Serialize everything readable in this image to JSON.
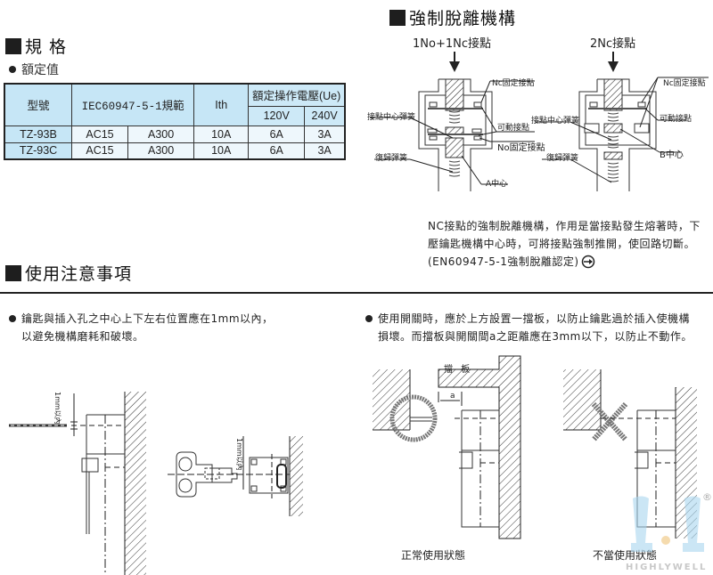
{
  "spec_section": {
    "title": "規 格",
    "subtitle": "額定值",
    "table": {
      "headers": {
        "model": "型號",
        "standard": "IEC60947-5-1規範",
        "ith": "Ith",
        "rated_voltage": "額定操作電壓(Ue)",
        "v120": "120V",
        "v240": "240V"
      },
      "rows": [
        {
          "model": "TZ-93B",
          "category": "AC15",
          "rating": "A300",
          "ith": "10A",
          "v120": "6A",
          "v240": "3A"
        },
        {
          "model": "TZ-93C",
          "category": "AC15",
          "rating": "A300",
          "ith": "10A",
          "v120": "6A",
          "v240": "3A"
        }
      ]
    }
  },
  "forced_section": {
    "title": "強制脫離機構",
    "diagram_a": {
      "title": "1No+1Nc接點",
      "labels": {
        "nc_fixed": "Nc固定接點",
        "center_spring": "接點中心彈簧",
        "movable": "可動接點",
        "no_fixed": "No固定接點",
        "return_spring": "復歸彈簧",
        "center": "A中心"
      }
    },
    "diagram_b": {
      "title": "2Nc接點",
      "labels": {
        "nc_fixed": "Nc固定接點",
        "center_spring": "接點中心彈簧",
        "movable": "可動接點",
        "return_spring": "復歸彈簧",
        "center": "B中心"
      }
    },
    "description": [
      "NC接點的強制脫離機構，作用是當接點發生熔著時，下",
      "壓鑰匙機構中心時，可將接點強制推開，使回路切斷。",
      "(EN60947-5-1強制脫離認定)"
    ],
    "cert_icon": "forced-opening-symbol"
  },
  "usage_section": {
    "title": "使用注意事項",
    "note_left": [
      "鑰匙與插入孔之中心上下左右位置應在1mm以內，",
      "以避免機構磨耗和破壞。"
    ],
    "note_right": [
      "使用開關時，應於上方設置一擋板，以防止鑰匙過於插入使機構",
      "損壞。而擋板與開關間a之距離應在3mm以下，以防止不動作。"
    ],
    "dim_label": "1mm以內",
    "baffle_label": "擋 板",
    "gap_label": "a",
    "normal_caption": "正常使用狀態",
    "improper_caption": "不當使用狀態"
  },
  "watermark": {
    "brand": "HIGHLYWELL",
    "registered": "®"
  }
}
